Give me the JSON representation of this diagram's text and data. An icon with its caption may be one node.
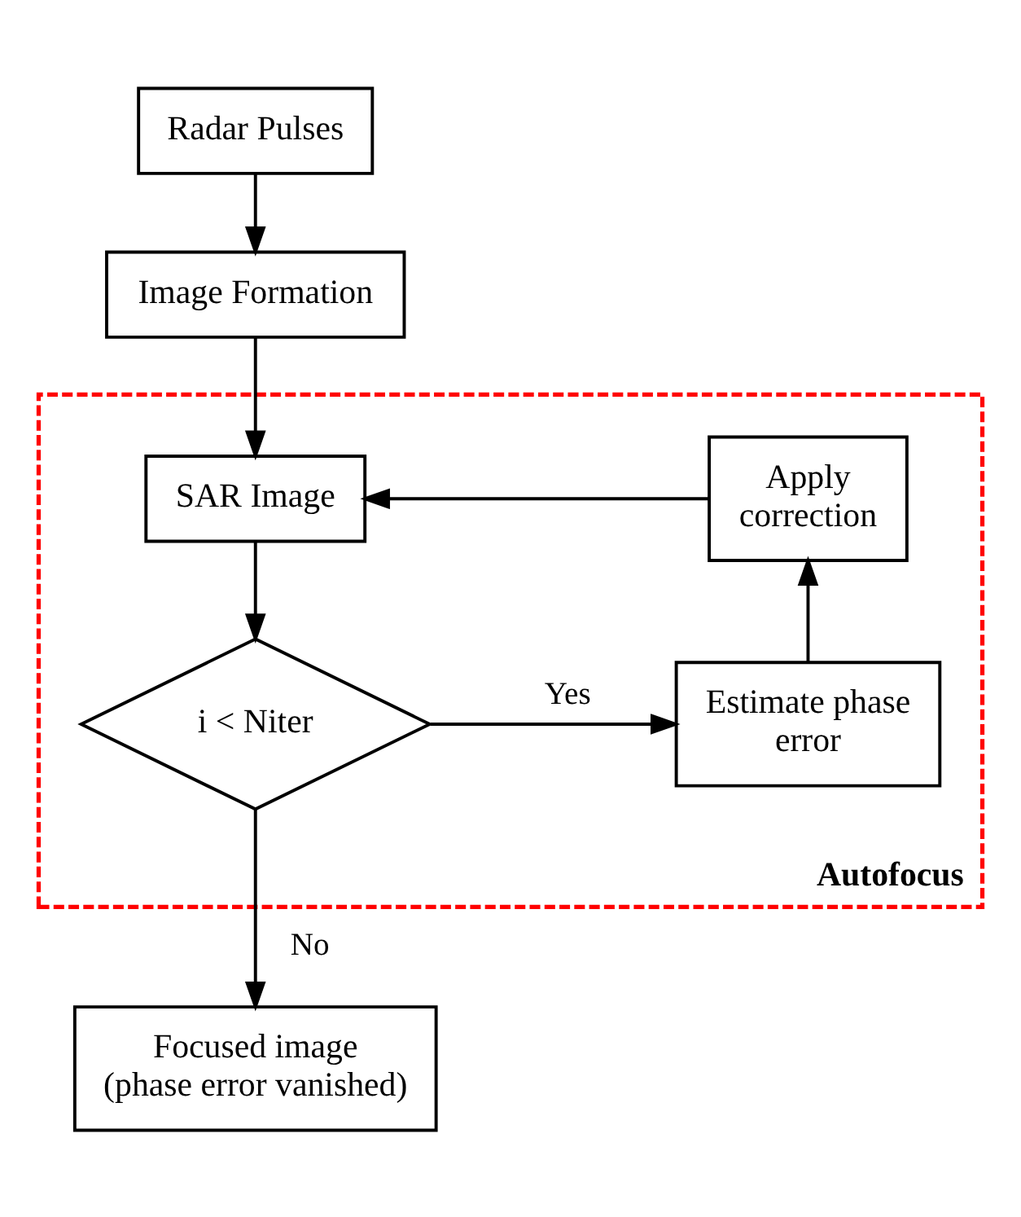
{
  "diagram": {
    "nodes": [
      {
        "text": [
          "Autofocus"
        ]
      },
      {
        "text": [
          "Radar Pulses"
        ]
      },
      {
        "text": [
          "Image Formation"
        ]
      },
      {
        "text": [
          "SAR Image"
        ],
        "in": 0
      },
      {
        "text": [
          "i < Niter"
        ],
        "in": 0
      },
      {
        "text": [
          "Estimate phase error"
        ],
        "in": 0
      },
      {
        "text": [
          "Apply correction"
        ],
        "in": 0
      },
      {
        "text": [
          "Focused image (phase error vanished)"
        ]
      }
    ],
    "edges": [
      {
        "from": 1,
        "to": 2,
        "arrow": "to"
      },
      {
        "from": 2,
        "to": 3,
        "arrow": "to"
      },
      {
        "from": 3,
        "to": 4,
        "arrow": "to"
      },
      {
        "from": 4,
        "to": 5,
        "arrow": "to",
        "label": "Yes"
      },
      {
        "from": 5,
        "to": 6,
        "arrow": "to"
      },
      {
        "from": 6,
        "to": 3,
        "arrow": "to"
      },
      {
        "from": 4,
        "to": 7,
        "arrow": "to",
        "label": "No"
      }
    ]
  }
}
